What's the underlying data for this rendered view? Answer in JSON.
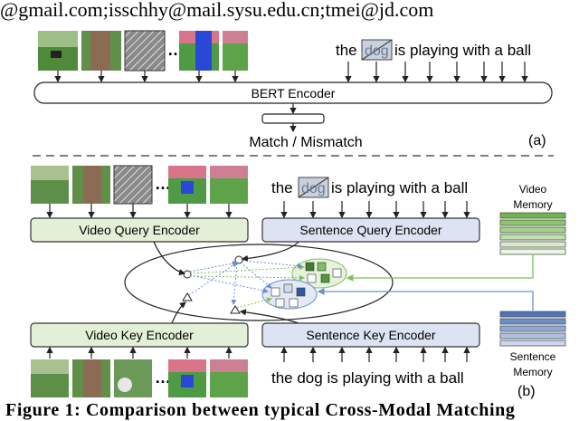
{
  "header": {
    "emails": "@gmail.com;isschhy@mail.sysu.edu.cn;tmei@jd.com"
  },
  "panel_a": {
    "sentence_the": "the",
    "masked_word": "dog",
    "sentence_rest": "is playing with a ball",
    "bert_label": "BERT Encoder",
    "output_label": "Match / Mismatch",
    "panel_tag": "(a)"
  },
  "panel_b": {
    "sentence_the": "the",
    "masked_word": "dog",
    "sentence_rest": "is playing with a ball",
    "video_query_label": "Video Query Encoder",
    "sentence_query_label": "Sentence Query Encoder",
    "video_key_label": "Video Key Encoder",
    "sentence_key_label": "Sentence Key Encoder",
    "key_sentence": "the dog is playing with a ball",
    "video_memory_line1": "Video",
    "video_memory_line2": "Memory",
    "sentence_memory_line1": "Sentence",
    "sentence_memory_line2": "Memory",
    "panel_tag": "(b)"
  },
  "colors": {
    "video_encoder_fill": "#e3efd6",
    "sentence_encoder_fill": "#dde3f3",
    "video_memory_fill": "#8bc76a",
    "sentence_memory_fill": "#6d8fc9",
    "green_arrow": "#7ac25a",
    "blue_arrow": "#6c8fcb",
    "dashed_line": "#333333"
  },
  "caption": {
    "text": "Figure 1: Comparison between typical Cross-Modal Matching"
  }
}
